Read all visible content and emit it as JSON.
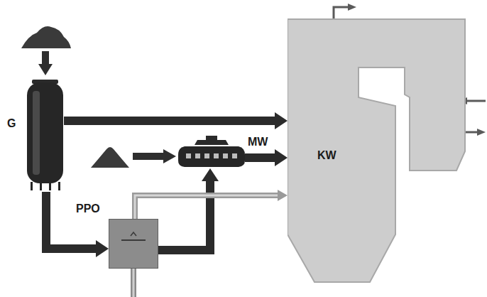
{
  "diagram": {
    "nodes": [
      {
        "text": [
          "G"
        ]
      },
      {
        "text": [
          "MW"
        ]
      },
      {
        "text": [
          "PPO"
        ]
      },
      {
        "text": [
          "KW"
        ]
      }
    ],
    "edges": [
      {
        "from": 0,
        "to": 3,
        "arrow": "to"
      },
      {
        "from": 1,
        "to": 3,
        "arrow": "to"
      },
      {
        "from": 0,
        "to": 2,
        "arrow": "to"
      },
      {
        "from": 2,
        "to": 1,
        "arrow": "to"
      },
      {
        "from": 2,
        "to": 3,
        "arrow": "to"
      }
    ]
  }
}
